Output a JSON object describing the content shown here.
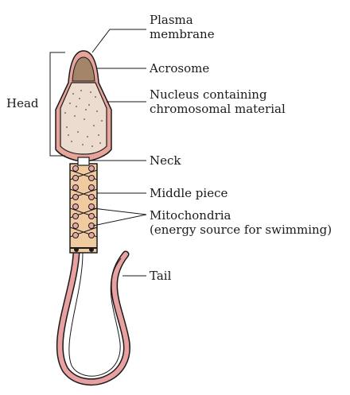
{
  "labels": {
    "plasma_membrane": [
      "Plasma",
      "membrane"
    ],
    "acrosome": "Acrosome",
    "nucleus": [
      "Nucleus containing",
      "chromosomal material"
    ],
    "head": "Head",
    "neck": "Neck",
    "middle_piece": "Middle piece",
    "mitochondria": [
      "Mitochondria",
      "(energy source for swimming)"
    ],
    "tail": "Tail"
  },
  "colors": {
    "membrane": "#e8a39a",
    "acrosome": "#a3866a",
    "nucleus": "#ecdcd0",
    "middle_piece": "#f0cba0",
    "mitochondria": "#e7a6a6",
    "tail": "#e8a0a0",
    "line": "#1a1a1a"
  }
}
